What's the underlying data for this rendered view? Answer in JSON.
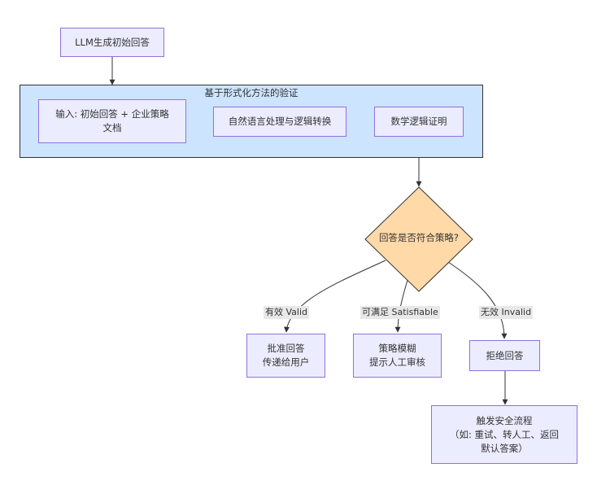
{
  "diagram": {
    "nodes": {
      "generate": "LLM生成初始回答",
      "input": "输入: 初始回答 + 企业策略\n文档",
      "nlp": "自然语言处理与逻辑转换",
      "proof": "数学逻辑证明",
      "decision": "回答是否符合策略?",
      "approve": "批准回答\n传递给用户",
      "ambiguous": "策略模糊\n提示人工审核",
      "reject": "拒绝回答",
      "safety": "触发安全流程\n（如: 重试、转人工、返回\n默认答案）"
    },
    "cluster_title": "基于形式化方法的验证",
    "edge_labels": {
      "valid": "有效 Valid",
      "satisfiable": "可满足 Satisfiable",
      "invalid": "无效 Invalid"
    },
    "colors": {
      "node_fill": "#ececff",
      "node_border": "#9370db",
      "cluster_fill": "#cde4ff",
      "decision_fill": "#ffd9a8",
      "edge": "#333333"
    }
  }
}
